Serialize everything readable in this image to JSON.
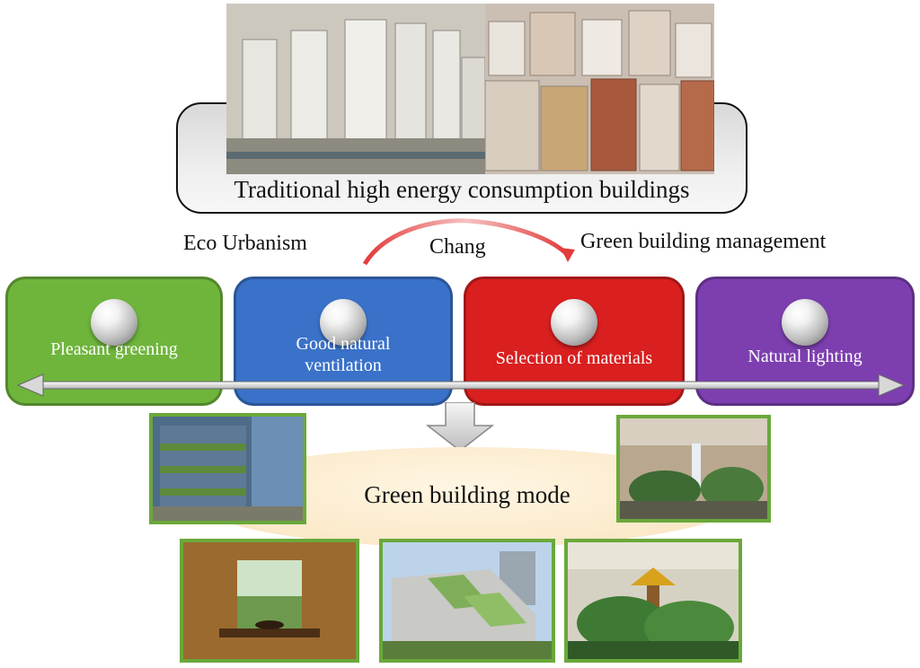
{
  "top": {
    "title": "Traditional high energy consumption buildings"
  },
  "arc": {
    "left_label": "Eco Urbanism",
    "center_label": "Chang",
    "right_label": "Green building management"
  },
  "categories": [
    {
      "label": "Pleasant greening",
      "color": "#6fb53c"
    },
    {
      "label": "Good natural ventilation",
      "color": "#3a72c9"
    },
    {
      "label": "Selection of materials",
      "color": "#d91f1f"
    },
    {
      "label": "Natural lighting",
      "color": "#7d3fb0"
    }
  ],
  "bottom": {
    "title": "Green building mode"
  }
}
